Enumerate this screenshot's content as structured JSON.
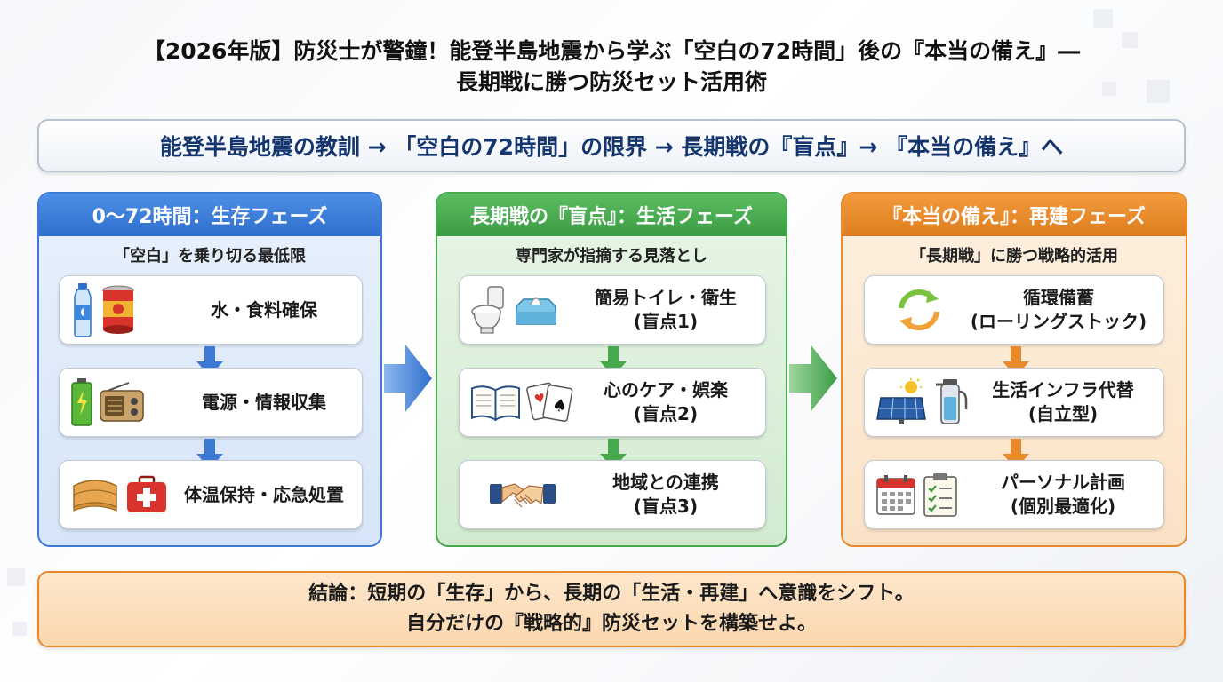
{
  "title": {
    "line1": "【2026年版】防災士が警鐘！能登半島地震から学ぶ「空白の72時間」後の『本当の備え』―",
    "line2": "長期戦に勝つ防災セット活用術"
  },
  "banner": {
    "text": "能登半島地震の教訓 → 「空白の72時間」の限界 → 長期戦の『盲点』→ 『本当の備え』へ"
  },
  "phases": [
    {
      "header": "0〜72時間：生存フェーズ",
      "subtitle": "「空白」を乗り切る最低限",
      "color": "#3d7ad6",
      "cards": [
        {
          "line1": "水・食料確保",
          "line2": "",
          "icons": [
            "water-bottle-icon",
            "canned-food-icon"
          ]
        },
        {
          "line1": "電源・情報収集",
          "line2": "",
          "icons": [
            "battery-icon",
            "radio-icon"
          ]
        },
        {
          "line1": "体温保持・応急処置",
          "line2": "",
          "icons": [
            "blanket-icon",
            "first-aid-kit-icon"
          ]
        }
      ]
    },
    {
      "header": "長期戦の『盲点』：生活フェーズ",
      "subtitle": "専門家が指摘する見落とし",
      "color": "#46a94e",
      "cards": [
        {
          "line1": "簡易トイレ・衛生",
          "line2": "(盲点1)",
          "icons": [
            "toilet-icon",
            "tissue-box-icon"
          ]
        },
        {
          "line1": "心のケア・娯楽",
          "line2": "(盲点2)",
          "icons": [
            "book-icon",
            "playing-cards-icon"
          ]
        },
        {
          "line1": "地域との連携",
          "line2": "(盲点3)",
          "icons": [
            "handshake-icon"
          ]
        }
      ]
    },
    {
      "header": "『本当の備え』：再建フェーズ",
      "subtitle": "「長期戦」に勝つ戦略的活用",
      "color": "#e8892b",
      "cards": [
        {
          "line1": "循環備蓄",
          "line2": "(ローリングストック)",
          "icons": [
            "recycle-arrows-icon"
          ]
        },
        {
          "line1": "生活インフラ代替",
          "line2": "(自立型)",
          "icons": [
            "solar-panel-icon",
            "water-filter-icon"
          ]
        },
        {
          "line1": "パーソナル計画",
          "line2": "(個別最適化)",
          "icons": [
            "calendar-icon",
            "checklist-icon"
          ]
        }
      ]
    }
  ],
  "conclusion": {
    "line1": "結論：短期の「生存」から、長期の「生活・再建」へ意識をシフト。",
    "line2": "自分だけの『戦略的』防災セットを構築せよ。"
  }
}
